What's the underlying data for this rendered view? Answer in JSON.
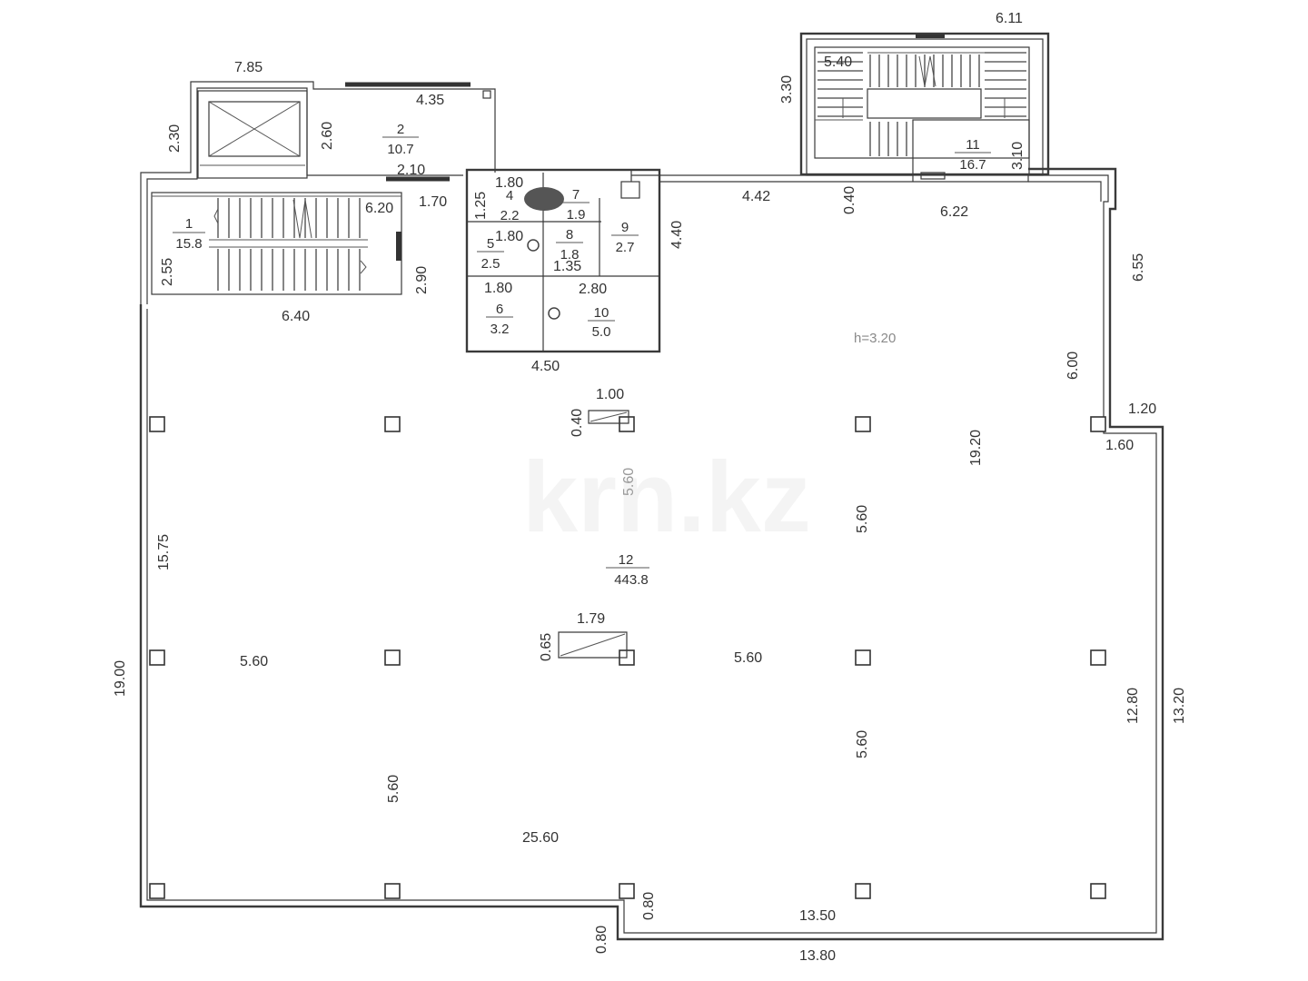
{
  "watermark": "krn.kz",
  "ceiling_height": "h=3.20",
  "rooms": [
    {
      "number": "1",
      "area": "15.8"
    },
    {
      "number": "2",
      "area": "10.7"
    },
    {
      "number": "4",
      "area": "2.2"
    },
    {
      "number": "5",
      "area": "2.5"
    },
    {
      "number": "6",
      "area": "3.2"
    },
    {
      "number": "7",
      "area": "1.9"
    },
    {
      "number": "8",
      "area": "1.8"
    },
    {
      "number": "9",
      "area": "2.7"
    },
    {
      "number": "10",
      "area": "5.0"
    },
    {
      "number": "11",
      "area": "16.7"
    },
    {
      "number": "12",
      "area": "443.8"
    }
  ],
  "dimensions": [
    "7.85",
    "4.35",
    "2.30",
    "2.60",
    "2.10",
    "1.70",
    "6.20",
    "2.55",
    "2.90",
    "6.40",
    "1.80",
    "1.25",
    "1.80",
    "1.35",
    "4.40",
    "1.80",
    "2.80",
    "4.50",
    "6.11",
    "5.40",
    "3.30",
    "3.10",
    "4.42",
    "0.40",
    "6.22",
    "6.55",
    "6.00",
    "1.20",
    "1.60",
    "19.20",
    "1.00",
    "0.40",
    "5.60",
    "5.60",
    "15.75",
    "19.00",
    "1.79",
    "0.65",
    "5.60",
    "5.60",
    "5.60",
    "5.60",
    "12.80",
    "13.20",
    "25.60",
    "0.80",
    "13.50",
    "0.80",
    "13.80"
  ]
}
